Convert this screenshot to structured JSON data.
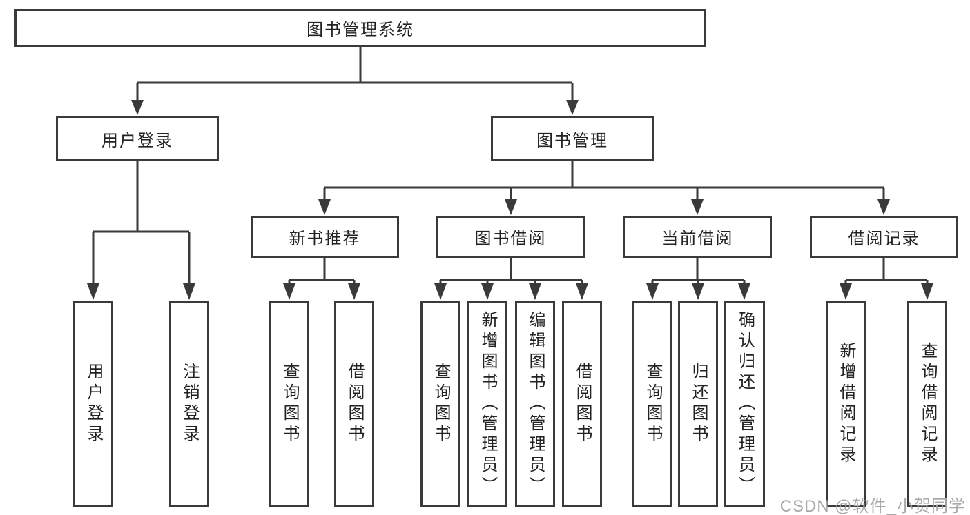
{
  "colors": {
    "line": "#3a3a3a",
    "text": "#222222",
    "watermark": "#a9a9a9",
    "background": "#ffffff"
  },
  "diagram": {
    "root": {
      "label": "图书管理系统"
    },
    "level2": [
      {
        "label": "用户登录"
      },
      {
        "label": "图书管理"
      }
    ],
    "level3": [
      {
        "label": "新书推荐"
      },
      {
        "label": "图书借阅"
      },
      {
        "label": "当前借阅"
      },
      {
        "label": "借阅记录"
      }
    ],
    "leaves": {
      "user_login": [
        {
          "label": "用户登录"
        },
        {
          "label": "注销登录"
        }
      ],
      "new_books": [
        {
          "label": "查询图书"
        },
        {
          "label": "借阅图书"
        }
      ],
      "book_borrowing": [
        {
          "label": "查询图书"
        },
        {
          "label": "新增图书（管理员）"
        },
        {
          "label": "编辑图书（管理员）"
        },
        {
          "label": "借阅图书"
        }
      ],
      "current_borrowing": [
        {
          "label": "查询图书"
        },
        {
          "label": "归还图书"
        },
        {
          "label": "确认归还（管理员）"
        }
      ],
      "borrowing_records": [
        {
          "label": "新增借阅记录"
        },
        {
          "label": "查询借阅记录"
        }
      ]
    }
  },
  "watermark": {
    "text": "CSDN @软件_小贺同学"
  }
}
